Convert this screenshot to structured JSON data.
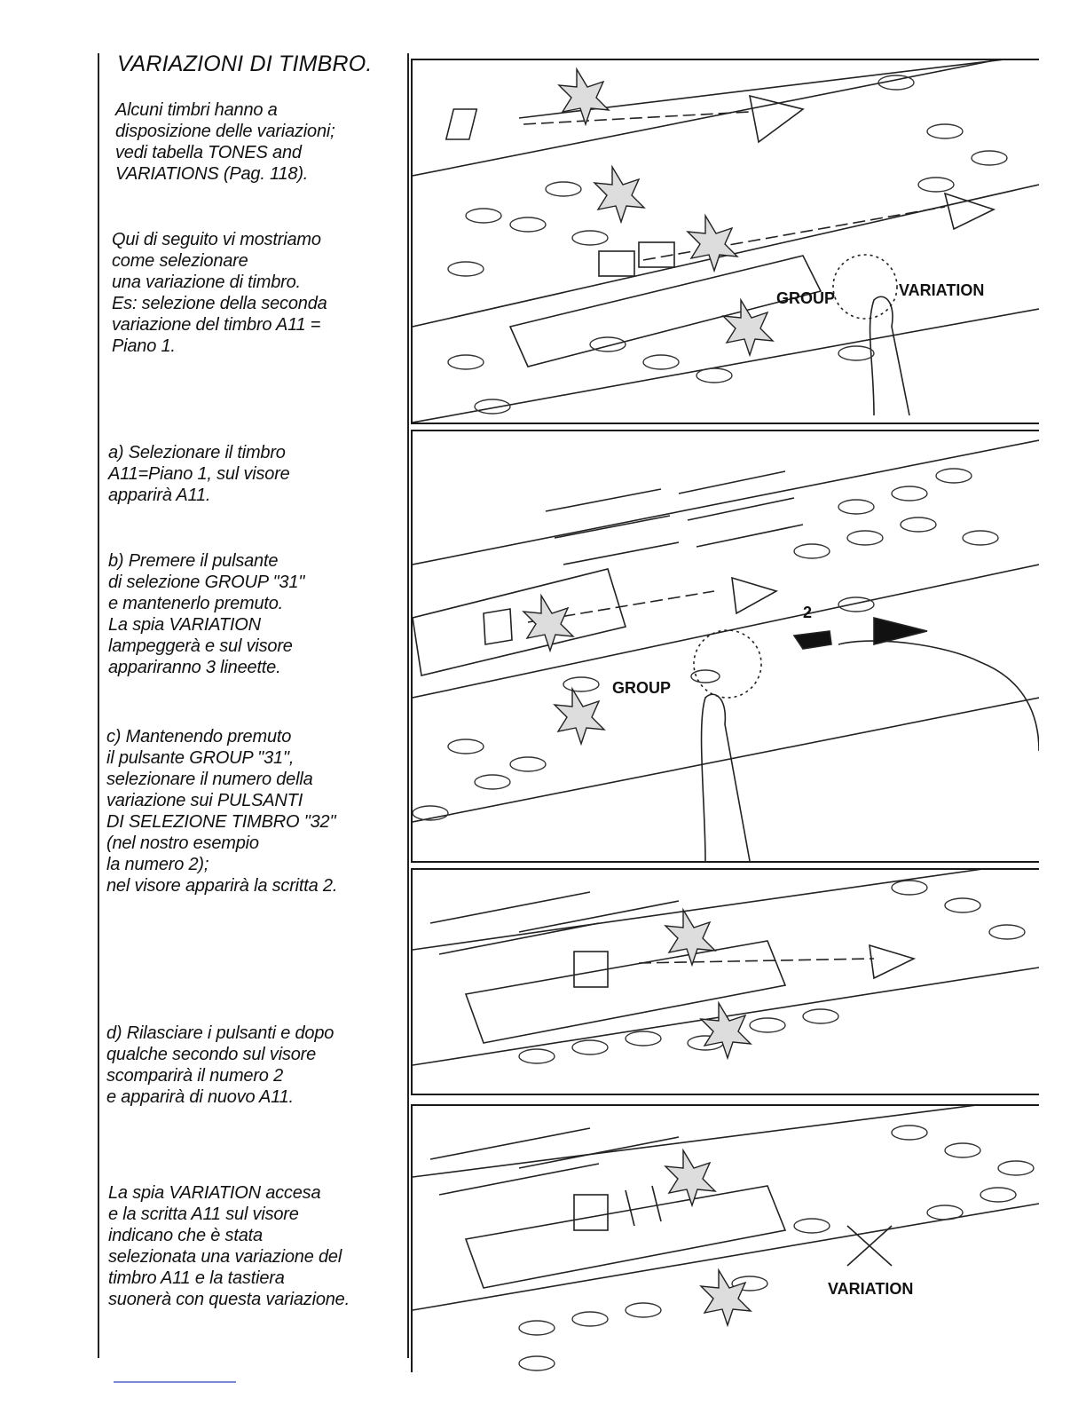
{
  "title": "VARIAZIONI DI TIMBRO.",
  "paragraphs": {
    "intro": [
      "Alcuni timbri hanno a",
      "disposizione delle variazioni;",
      "vedi tabella TONES and",
      "VARIATIONS (Pag. 118)."
    ],
    "example": [
      "Qui di seguito vi mostriamo",
      "come selezionare",
      "una variazione di timbro.",
      "Es: selezione della seconda",
      "variazione del timbro A11 =",
      "Piano 1."
    ],
    "step_a": [
      "a) Selezionare il timbro",
      "A11=Piano 1, sul visore",
      "apparirà A11."
    ],
    "step_b": [
      "b) Premere il pulsante",
      "di selezione GROUP \"31\"",
      "e mantenerlo premuto.",
      "La spia VARIATION",
      "lampeggerà e sul visore",
      "appariranno 3 lineette."
    ],
    "step_c": [
      "c) Mantenendo premuto",
      "il pulsante GROUP \"31\",",
      "selezionare il numero della",
      "variazione sui PULSANTI",
      "DI SELEZIONE TIMBRO \"32\"",
      "(nel nostro esempio",
      "la numero 2);",
      "nel visore apparirà la scritta 2."
    ],
    "step_d": [
      "d) Rilasciare i pulsanti e dopo",
      "qualche secondo sul visore",
      "scomparirà il numero 2",
      "e apparirà di nuovo A11."
    ],
    "result": [
      "La spia VARIATION accesa",
      "e la scritta A11 sul visore",
      "indicano che è stata",
      "selezionata una variazione del",
      "timbro A11 e la tastiera",
      "suonerà con questa variazione."
    ]
  },
  "illustrations": {
    "panel1": {
      "group_label": "GROUP",
      "variation_label": "VARIATION"
    },
    "panel2": {
      "group_label": "GROUP",
      "number_label": "2"
    },
    "panel4": {
      "variation_label": "VARIATION"
    }
  }
}
